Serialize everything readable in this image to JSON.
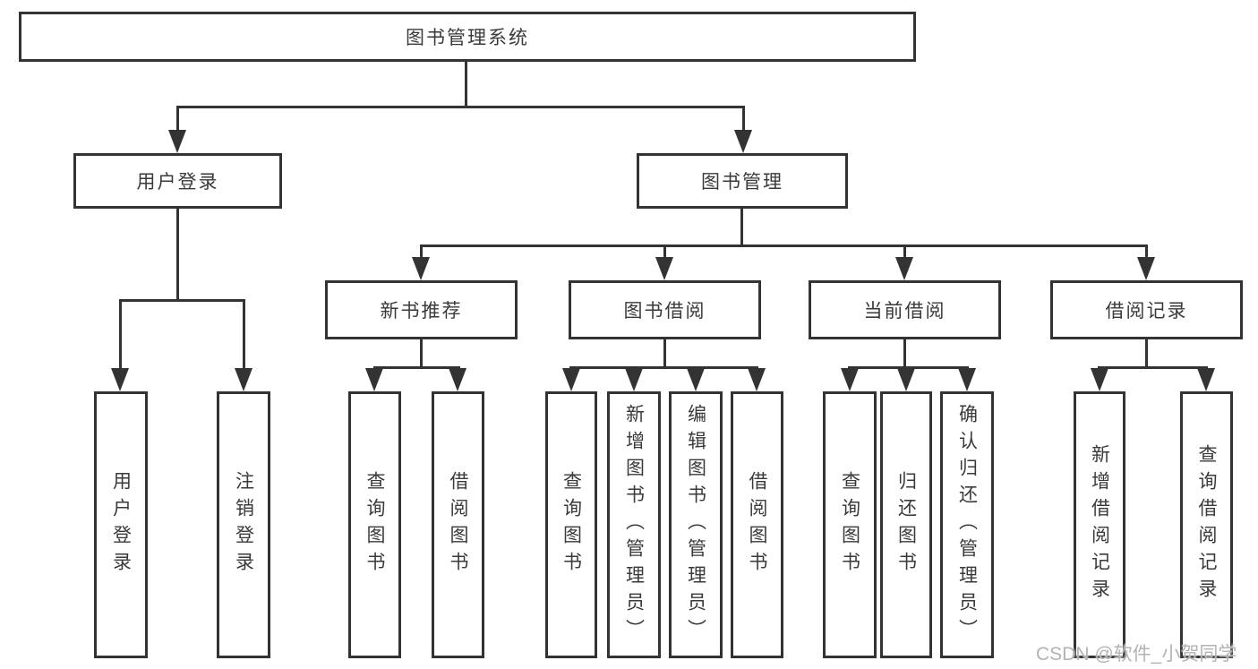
{
  "diagram": {
    "root": {
      "label": "图书管理系统"
    },
    "level2": [
      {
        "label": "用户登录",
        "children": [
          {
            "label": "用户登录"
          },
          {
            "label": "注销登录"
          }
        ]
      },
      {
        "label": "图书管理",
        "children": [
          {
            "label": "新书推荐",
            "children": [
              {
                "label": "查询图书"
              },
              {
                "label": "借阅图书"
              }
            ]
          },
          {
            "label": "图书借阅",
            "children": [
              {
                "label": "查询图书"
              },
              {
                "label": "新增图书（管理员）"
              },
              {
                "label": "编辑图书（管理员）"
              },
              {
                "label": "借阅图书"
              }
            ]
          },
          {
            "label": "当前借阅",
            "children": [
              {
                "label": "查询图书"
              },
              {
                "label": "归还图书"
              },
              {
                "label": "确认归还（管理员）"
              }
            ]
          },
          {
            "label": "借阅记录",
            "children": [
              {
                "label": "新增借阅记录"
              },
              {
                "label": "查询借阅记录"
              }
            ]
          }
        ]
      }
    ]
  },
  "watermark": {
    "text": "CSDN @软件_小贺同学"
  },
  "colors": {
    "line": "#333333",
    "text": "#3a3a3a",
    "watermark": "#b3b3b3",
    "background": "#ffffff"
  }
}
